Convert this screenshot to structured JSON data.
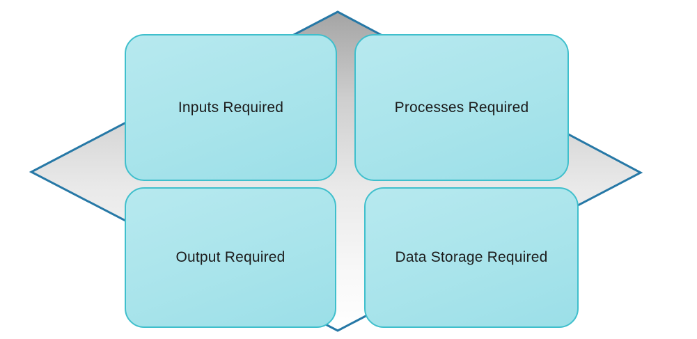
{
  "diagram": {
    "type": "quadrant-diamond",
    "background_shape": {
      "name": "diamond",
      "border_color": "#2678a6",
      "fill_gradient_top": "#a4a4a4",
      "fill_gradient_bottom": "#ffffff"
    },
    "node_style": {
      "fill_light": "#b7e9ef",
      "fill_dark": "#9bdfe8",
      "border_color": "#3fbfcc",
      "text_color": "#1c1c1c"
    },
    "nodes": [
      {
        "id": "inputs",
        "label": "Inputs Required"
      },
      {
        "id": "processes",
        "label": "Processes Required"
      },
      {
        "id": "output",
        "label": "Output Required"
      },
      {
        "id": "data-storage",
        "label": "Data Storage Required"
      }
    ]
  }
}
